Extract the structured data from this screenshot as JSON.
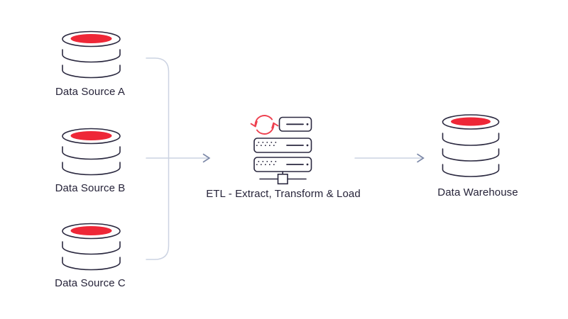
{
  "colors": {
    "background": "#ffffff",
    "outline": "#2b2940",
    "text": "#262339",
    "accentRed": "#ee2737",
    "refreshRed": "#ee4150",
    "connector": "#ccd3e2",
    "arrowhead": "#7b87a7"
  },
  "diagram": {
    "sources": [
      {
        "label": "Data Source A",
        "icon": "database-icon"
      },
      {
        "label": "Data Source B",
        "icon": "database-icon"
      },
      {
        "label": "Data Source C",
        "icon": "database-icon"
      }
    ],
    "etl": {
      "label": "ETL - Extract, Transform & Load",
      "icons": [
        "server-stack-icon",
        "refresh-sync-icon",
        "network-node-icon"
      ]
    },
    "warehouse": {
      "label": "Data Warehouse",
      "icon": "database-icon"
    },
    "edges": [
      {
        "from": "Data Source A",
        "to": "ETL - Extract, Transform & Load"
      },
      {
        "from": "Data Source B",
        "to": "ETL - Extract, Transform & Load"
      },
      {
        "from": "Data Source C",
        "to": "ETL - Extract, Transform & Load"
      },
      {
        "from": "ETL - Extract, Transform & Load",
        "to": "Data Warehouse"
      }
    ]
  }
}
